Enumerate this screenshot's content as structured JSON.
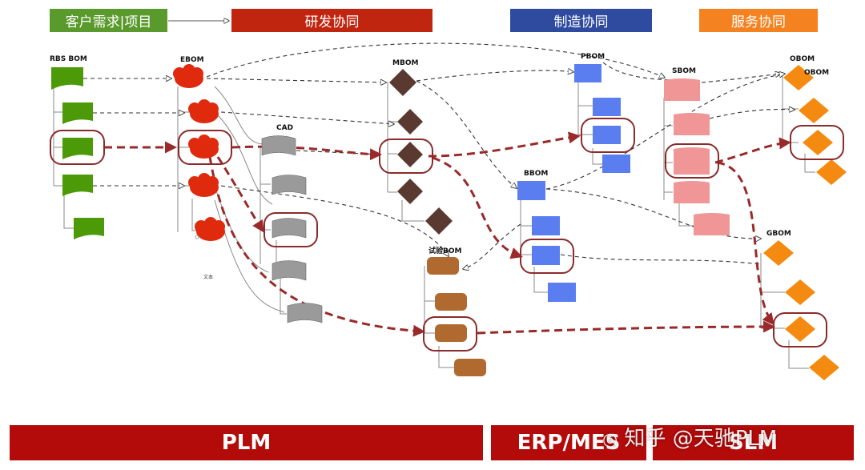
{
  "headers": {
    "customer": "客户需求|项目",
    "rnd": "研发协同",
    "manufacturing": "制造协同",
    "service": "服务协同"
  },
  "colors": {
    "customer": "#5a9a2d",
    "rnd": "#c0250f",
    "manufacturing": "#2f4ba0",
    "service": "#f58220",
    "platform": "#b30a0a",
    "link": "#9a2a2a"
  },
  "labels": {
    "rbs_bom": "RBS  BOM",
    "ebom": "EBOM",
    "cad": "CAD",
    "mbom": "MBOM",
    "pbom": "PBOM",
    "sbom": "SBOM",
    "obom_1": "OBOM",
    "obom_2": "OBOM",
    "bbom": "BBOM",
    "test_bom": "试验BOM",
    "gbom": "GBOM",
    "text_note": "文本"
  },
  "platforms": {
    "plm": "PLM",
    "erp_mes": "ERP/MES",
    "slm": "SLM"
  },
  "watermark": "知乎 @天驰PLM"
}
